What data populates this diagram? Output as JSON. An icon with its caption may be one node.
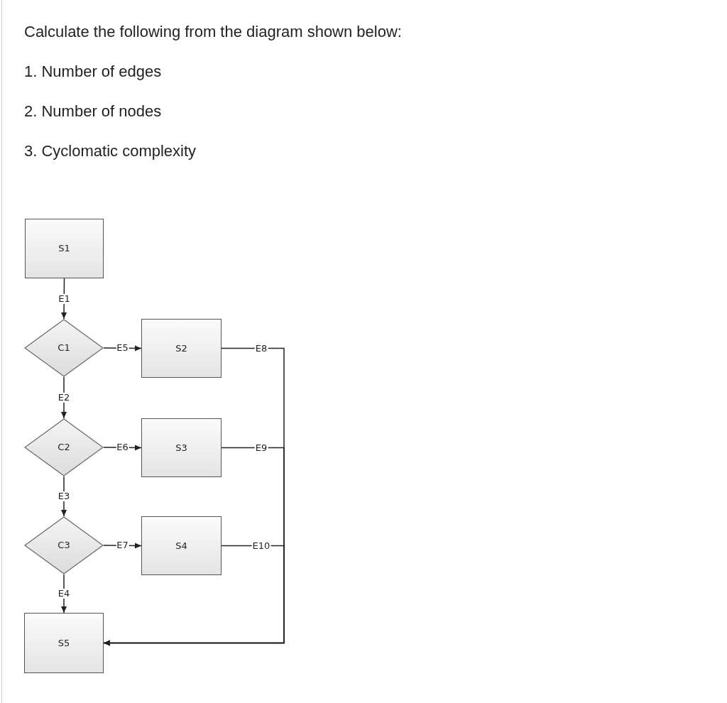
{
  "diagram": {
    "title": "Calculate the following from the diagram shown below:",
    "nodes": [
      {
        "text": [
          "S1"
        ]
      },
      {
        "text": [
          "C1"
        ]
      },
      {
        "text": [
          "S2"
        ]
      },
      {
        "text": [
          "C2"
        ]
      },
      {
        "text": [
          "S3"
        ]
      },
      {
        "text": [
          "C3"
        ]
      },
      {
        "text": [
          "S4"
        ]
      },
      {
        "text": [
          "S5"
        ]
      }
    ],
    "edges": [
      {
        "from": 0,
        "to": 1,
        "label": "E1",
        "arrow": "to"
      },
      {
        "from": 1,
        "to": 3,
        "label": "E2",
        "arrow": "to"
      },
      {
        "from": 3,
        "to": 5,
        "label": "E3",
        "arrow": "to"
      },
      {
        "from": 5,
        "to": 7,
        "label": "E4",
        "arrow": "to"
      },
      {
        "from": 1,
        "to": 2,
        "label": "E5",
        "arrow": "to"
      },
      {
        "from": 3,
        "to": 4,
        "label": "E6",
        "arrow": "to"
      },
      {
        "from": 5,
        "to": 6,
        "label": "E7",
        "arrow": "to"
      },
      {
        "from": 2,
        "to": 7,
        "label": "E8",
        "arrow": "to"
      },
      {
        "from": 4,
        "to": 7,
        "label": "E9",
        "arrow": "to"
      },
      {
        "from": 6,
        "to": 7,
        "label": "E10",
        "arrow": "to"
      }
    ],
    "labels": [
      "1. Number of edges",
      "2. Number of nodes",
      "3. Cyclomatic complexity"
    ]
  }
}
